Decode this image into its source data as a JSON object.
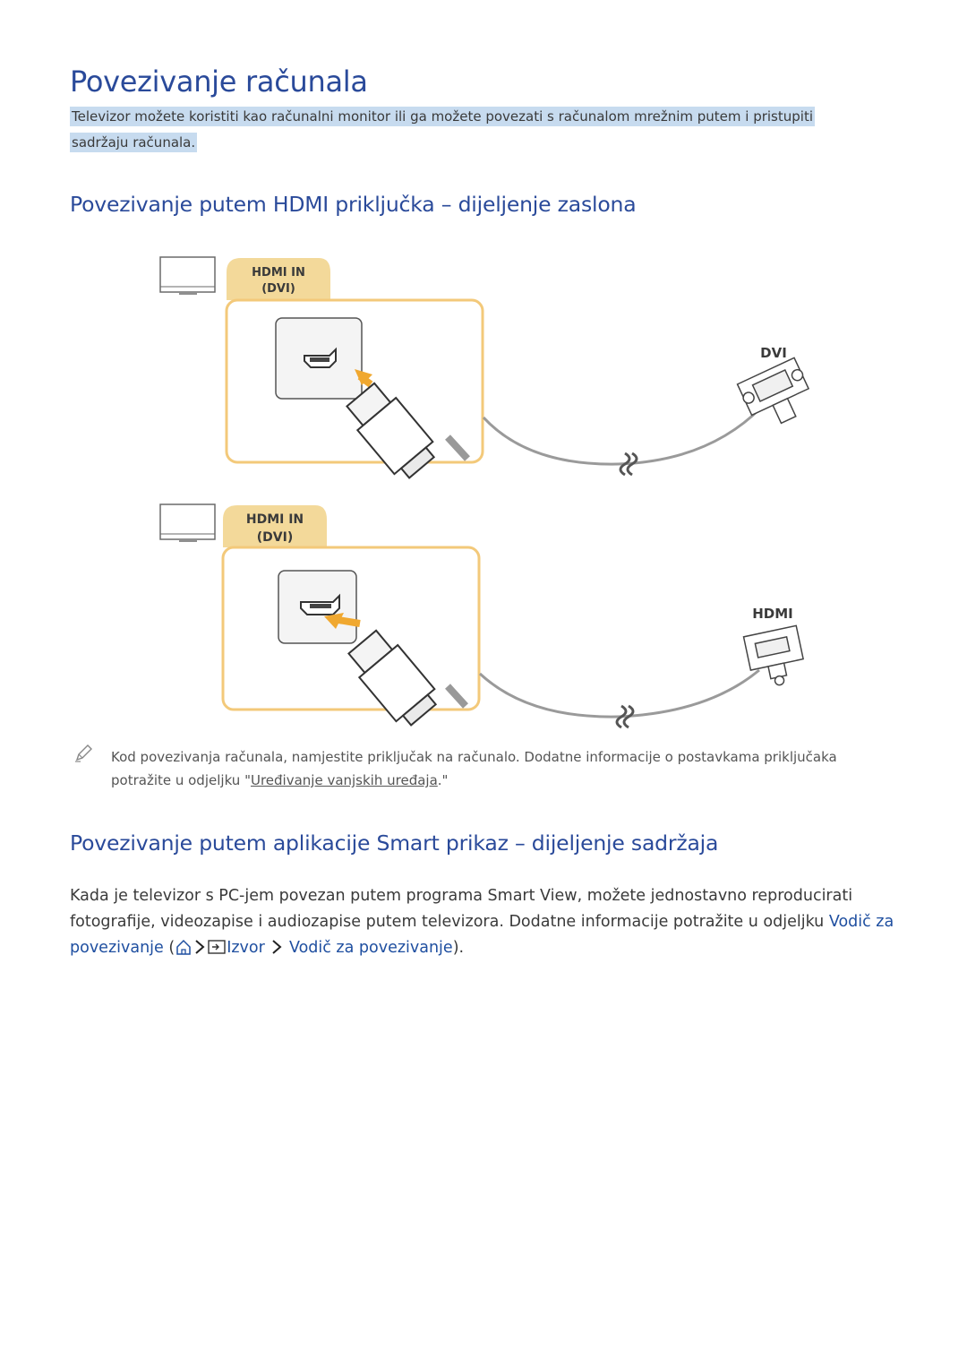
{
  "page": {
    "title": "Povezivanje računala",
    "intro_line1": "Televizor možete koristiti kao računalni monitor ili ga možete povezati s računalom mrežnim putem i pristupiti",
    "intro_line2": "sadržaju računala."
  },
  "section_hdmi": {
    "heading": "Povezivanje putem HDMI priključka – dijeljenje zaslona",
    "diagram1": {
      "port_label_1": "HDMI IN",
      "port_label_2": "(DVI)",
      "cable_end_label": "DVI"
    },
    "diagram2": {
      "port_label_1": "HDMI IN",
      "port_label_2": "(DVI)",
      "cable_end_label": "HDMI"
    },
    "note": {
      "icon": "pencil-icon",
      "text_before": "Kod povezivanja računala, namjestite priključak na računalo. Dodatne informacije o postavkama priključaka potražite u odjeljku \"",
      "link": "Uređivanje vanjskih uređaja",
      "text_after": ".\""
    }
  },
  "section_smart": {
    "heading": "Povezivanje putem aplikacije Smart prikaz – dijeljenje sadržaja",
    "text_before": "Kada je televizor s PC-jem povezan putem programa Smart View, možete jednostavno reproducirati fotografije, videozapise i audiozapise putem televizora. Dodatne informacije potražite u odjeljku ",
    "link_guide": "Vodič za povezivanje",
    "paren_open": " (",
    "menu_source": "Izvor",
    "menu_guide": "Vodič za povezivanje",
    "paren_close": ")."
  },
  "colors": {
    "accent": "#2a4a9a",
    "highlight": "#c7dbef",
    "frame": "#f3c97a",
    "tab": "#f3d99a"
  }
}
